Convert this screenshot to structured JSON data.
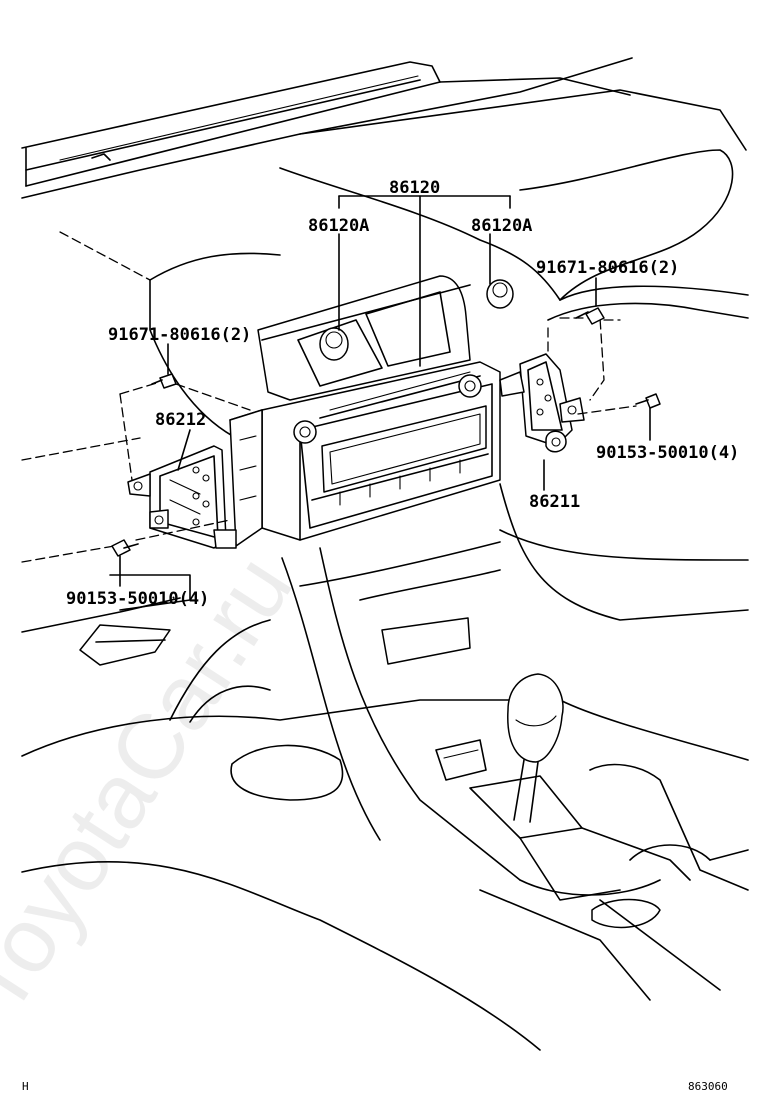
{
  "parts": {
    "assembly": "86120",
    "knob_left": "86120A",
    "knob_right": "86120A",
    "screw_right": "91671-80616(2)",
    "screw_left": "91671-80616(2)",
    "bracket_left": "86212",
    "bolt_right": "90153-50010(4)",
    "bracket_right": "86211",
    "bolt_left": "90153-50010(4)"
  },
  "footer": {
    "left_code": "H",
    "diagram_number": "863060"
  },
  "watermark": "ToyotaCar.ru"
}
